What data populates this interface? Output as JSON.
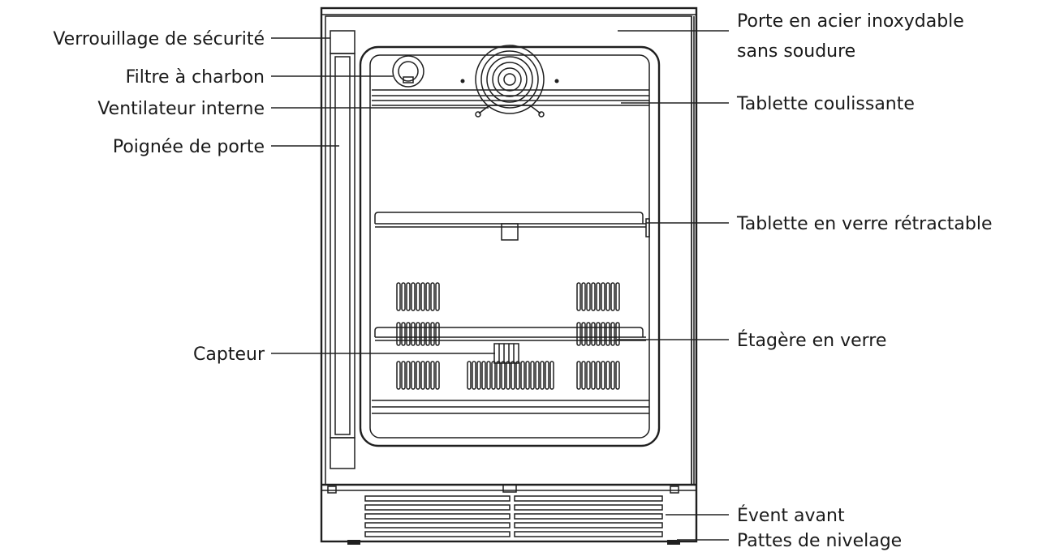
{
  "labels_left": [
    {
      "id": "security-lock",
      "text": "Verrouillage de sécurité"
    },
    {
      "id": "carbon-filter",
      "text": "Filtre à charbon"
    },
    {
      "id": "internal-fan",
      "text": "Ventilateur interne"
    },
    {
      "id": "door-handle",
      "text": "Poignée de porte"
    },
    {
      "id": "sensor",
      "text": "Capteur"
    }
  ],
  "labels_right": [
    {
      "id": "door-line1",
      "text": "Porte en acier inoxydable"
    },
    {
      "id": "door-line2",
      "text": "sans soudure"
    },
    {
      "id": "sliding-shelf",
      "text": "Tablette coulissante"
    },
    {
      "id": "retractable-glass-shelf",
      "text": "Tablette en verre rétractable"
    },
    {
      "id": "glass-shelf",
      "text": "Étagère en verre"
    },
    {
      "id": "front-vent",
      "text": "Évent avant"
    },
    {
      "id": "leveling-legs",
      "text": "Pattes de nivelage"
    }
  ]
}
